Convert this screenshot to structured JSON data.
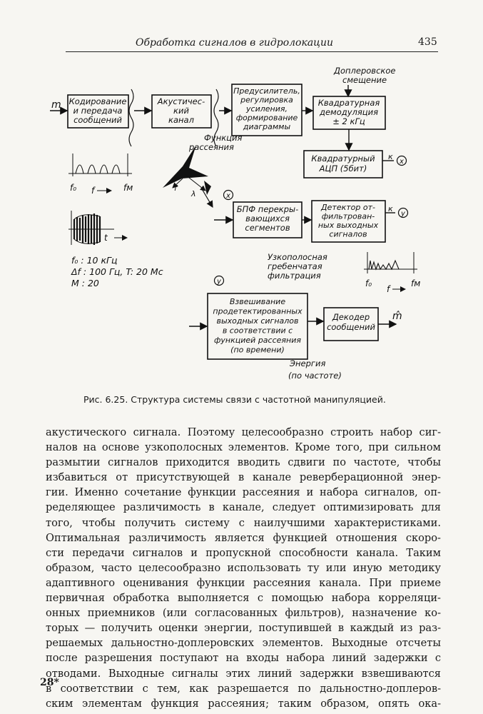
{
  "header": {
    "title": "Обработка сигналов в гидролокации",
    "page_number": "435"
  },
  "figure": {
    "input_label": "m",
    "blocks": {
      "coding": [
        "Кодирование",
        "и передача",
        "сообщений"
      ],
      "channel": [
        "Акустичес-",
        "кий",
        "канал"
      ],
      "preamp": [
        "Предусилитель,",
        "регулировка",
        "усиления,",
        "формирование",
        "диаграммы"
      ],
      "demod": [
        "Квадратурная",
        "демодуляция",
        "± 2 кГц"
      ],
      "adc": [
        "Квадратурный",
        "АЦП (5бит)"
      ],
      "fft": [
        "БПФ перекры-",
        "вающихся",
        "сегментов"
      ],
      "detector": [
        "Детектор от-",
        "фильтрован-",
        "ных выходных",
        "сигналов"
      ],
      "weighting": [
        "Взвешивание",
        "продетектированных",
        "выходных сигналов",
        "в соответствии с",
        "функцией рассеяния",
        "(по времени)"
      ],
      "decoder": [
        "Декодер",
        "сообщений"
      ]
    },
    "labels": {
      "doppler": [
        "Доплеровское",
        "смещение"
      ],
      "scattering": [
        "Функция",
        "рассеяния"
      ],
      "to_x": "к",
      "to_y": "к",
      "x_marker": "x",
      "y_marker": "y",
      "narrowband": [
        "Узкополосная",
        "гребенчатая",
        "фильтрация"
      ],
      "energy": [
        "Энергия",
        "(по частоте)"
      ],
      "output": "m̂",
      "f0": "f₀",
      "fm": "fм",
      "f_arrow": "f",
      "t_arrow": "t",
      "f_axis": "f",
      "lambda_axis": "λ"
    },
    "params": [
      "f₀  :   10 кГц",
      "Δf :  100 Гц, T: 20 Мс",
      "M  :   20"
    ]
  },
  "caption": "Рис. 6.25. Структура системы связи с частотной манипуляцией.",
  "body_lines": [
    "акустического сигнала. Поэтому целесообразно строить набор сиг-",
    "налов на основе узкополосных элементов. Кроме того, при сильном",
    "размытии сигналов приходится вводить сдвиги по частоте, чтобы",
    "избавиться от присутствующей в канале реверберационной энер-",
    "гии. Именно сочетание функции рассеяния и набора сигналов, оп-",
    "ределяющее различимость в канале, следует оптимизировать для",
    "того, чтобы получить систему с наилучшими характеристиками.",
    "Оптимальная различимость является функцией отношения скоро-",
    "сти передачи сигналов и пропускной способности канала. Таким",
    "образом, часто целесообразно использовать ту или иную методику",
    "адаптивного оценивания функции рассеяния канала. При приеме",
    "первичная обработка выполняется с помощью набора корреляци-",
    "онных приемников (или согласованных фильтров), назначение ко-",
    "торых — получить оценки энергии, поступившей в каждый из раз-",
    "решаемых дальностно-доплеровских элементов. Выходные отсчеты",
    "после разрешения поступают на входы набора линий задержки с",
    "отводами. Выходные сигналы этих линий задержки взвешиваются",
    "в соответствии с тем, как разрешается по дальностно-доплеров-",
    "ским элементам функция рассеяния; таким образом, опять ока-"
  ],
  "footer": "28*"
}
